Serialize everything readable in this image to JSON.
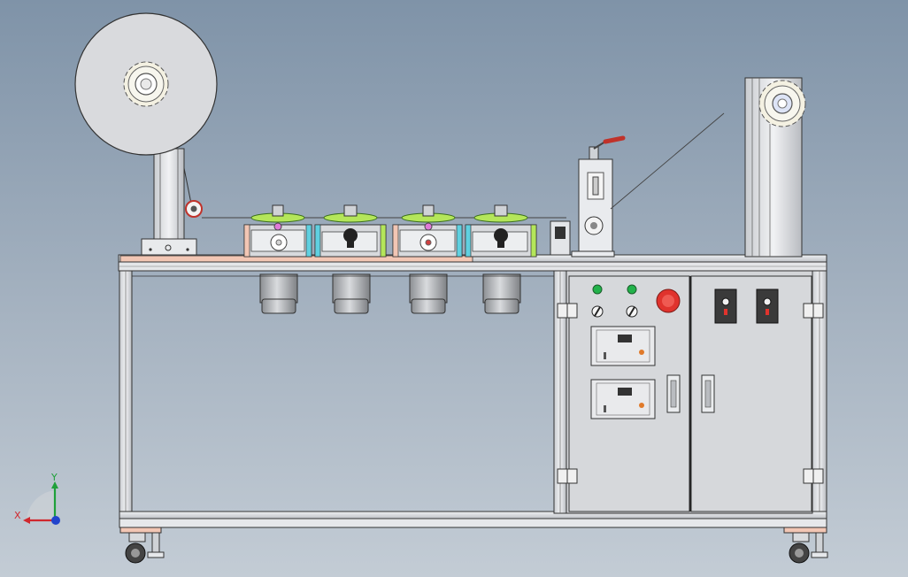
{
  "viewport": {
    "background_top": "#7f93a8",
    "background_bottom": "#c3ccd5"
  },
  "colors": {
    "frame": "#dcdfe3",
    "frame_line": "#2a2a2a",
    "panel": "#d3d5d8",
    "pink": "#f2c6b4",
    "green_lamp": "#22b24a",
    "red_button": "#e0332d",
    "orange": "#e07a2a",
    "axis_x": "#d0282e",
    "axis_y": "#1fa03a",
    "axis_z": "#2244cc",
    "gear_fill": "#f4f1e2",
    "spring_green": "#b4e65a",
    "cyan": "#5fd0e0",
    "magenta": "#e07ad8",
    "handle_red": "#c0322a"
  },
  "triad": {
    "x_label": "X",
    "y_label": "Y"
  },
  "counts": {
    "welding_heads": 4,
    "motors": 4,
    "digital_controllers": 2,
    "power_switches": 2,
    "casters": 2
  }
}
